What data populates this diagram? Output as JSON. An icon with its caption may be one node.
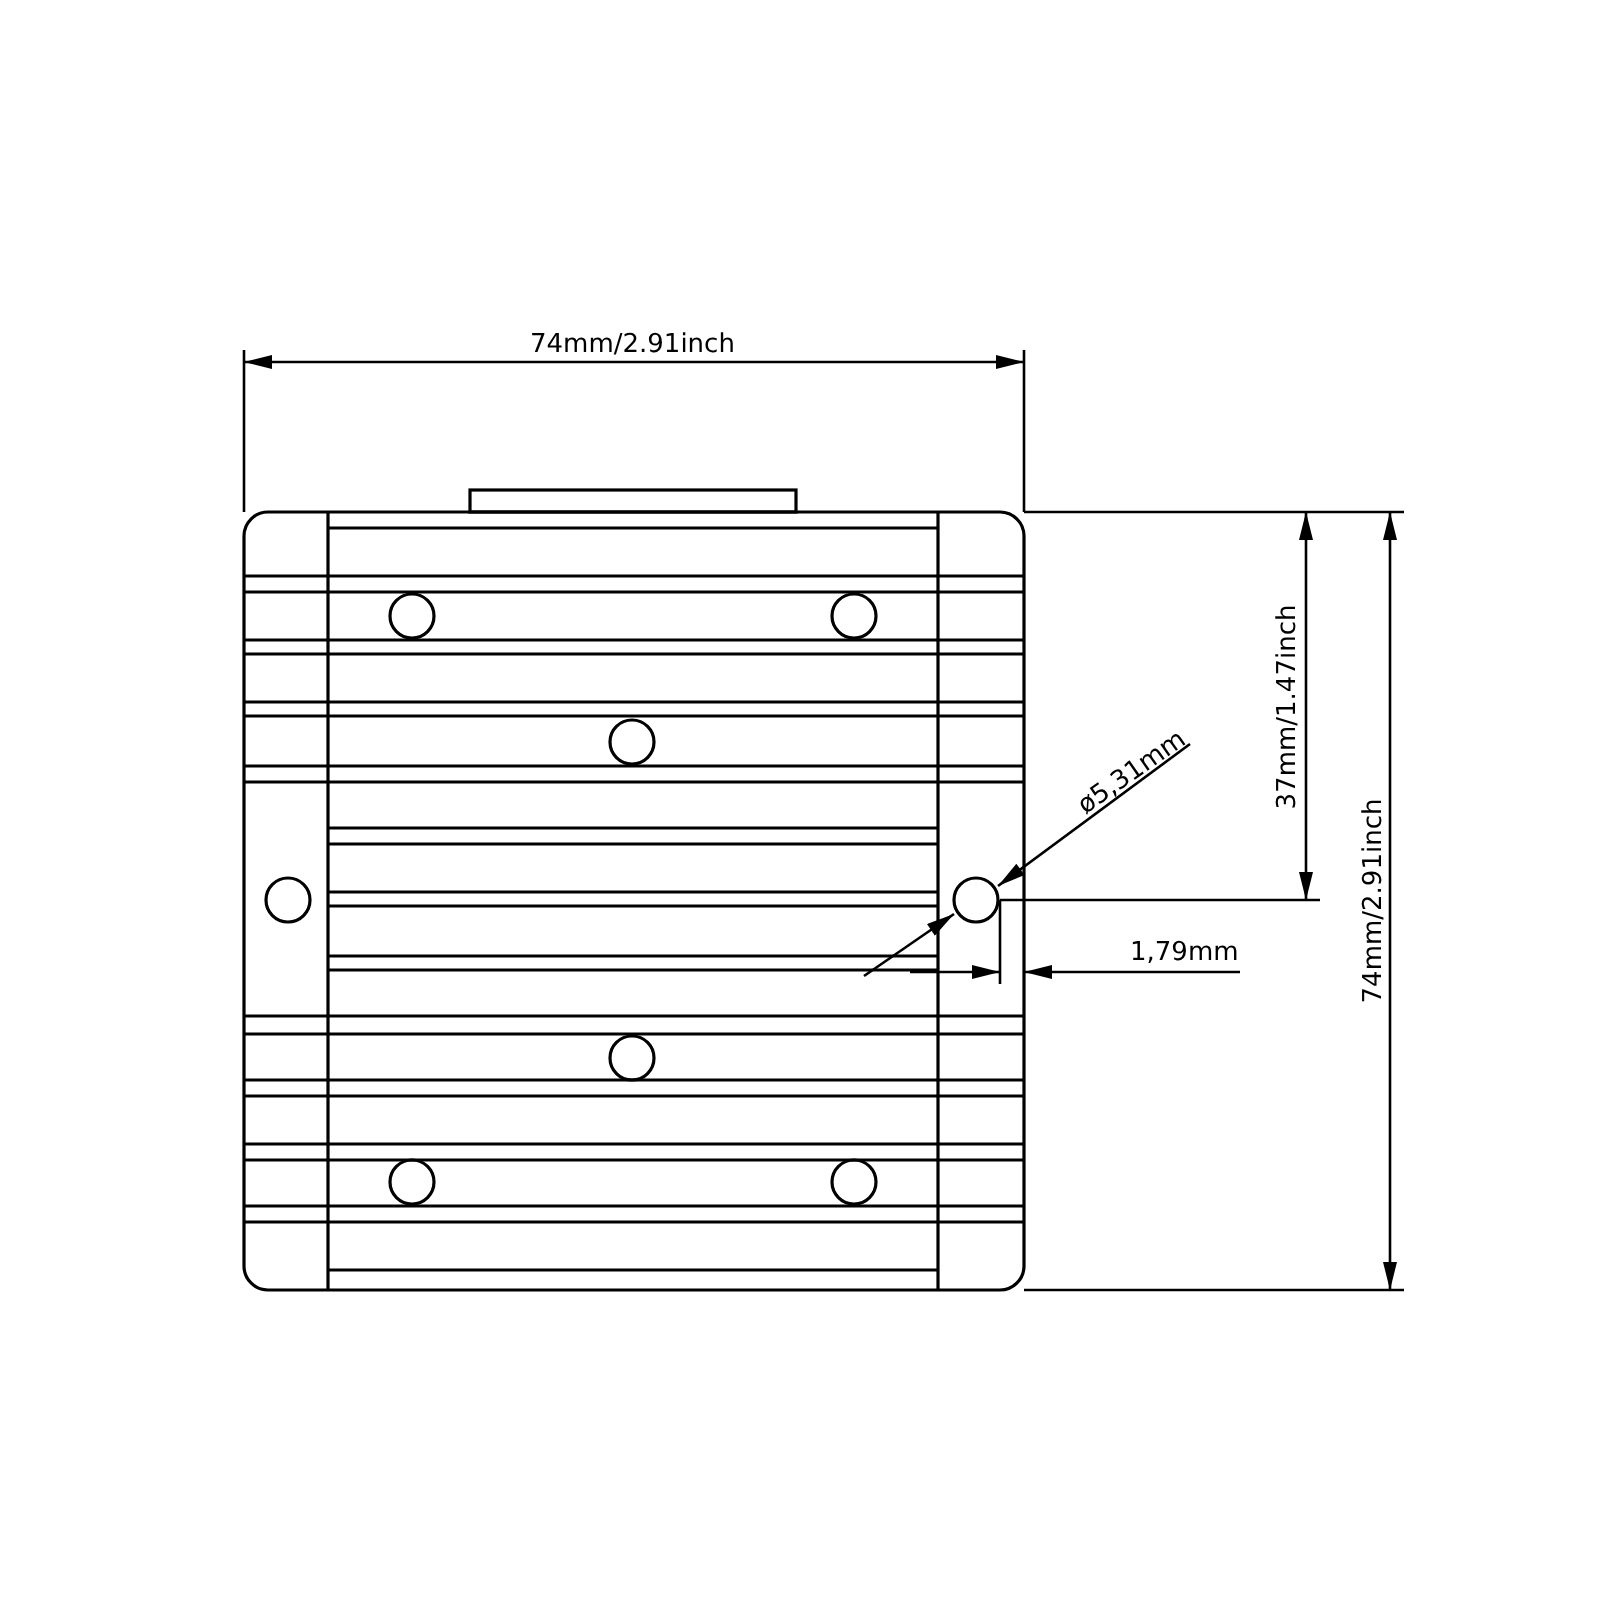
{
  "diagram": {
    "labels": [
      "74mm/2.91inch",
      "37mm/1.47inch",
      "74mm/2.91inch",
      "ø5,31mm",
      "1,79mm"
    ]
  }
}
